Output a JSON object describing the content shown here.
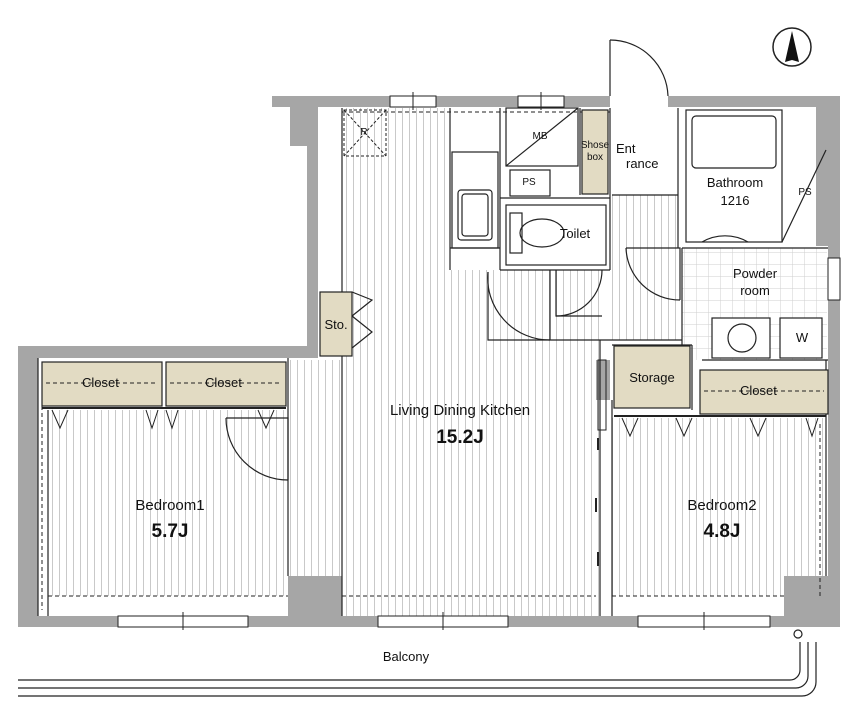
{
  "rooms": {
    "ldk": {
      "name": "Living Dining Kitchen",
      "size": "15.2J"
    },
    "bedroom1": {
      "name": "Bedroom1",
      "size": "5.7J"
    },
    "bedroom2": {
      "name": "Bedroom2",
      "size": "4.8J"
    },
    "bathroom": {
      "name": "Bathroom",
      "size": "1216"
    },
    "powder": {
      "line1": "Powder",
      "line2": "room"
    },
    "entrance": {
      "line1": "Ent",
      "line2": "rance"
    },
    "toilet": "Toilet",
    "storage": "Storage",
    "sto": "Sto.",
    "shoebox": {
      "line1": "Shose",
      "line2": "box"
    },
    "mb": "MB",
    "ps1": "PS",
    "ps2": "PS",
    "washer": "W",
    "balcony": "Balcony",
    "r": "R"
  },
  "closets": {
    "bed1_left": "Closet",
    "bed1_right": "Closet",
    "bed2": "Closet"
  },
  "colors": {
    "wall": "#a6a6a6",
    "storage_fill": "#e2dbc3",
    "line": "#222222",
    "floor_line": "#c4c4c4"
  },
  "icons": {
    "compass": "north-arrow-icon"
  }
}
